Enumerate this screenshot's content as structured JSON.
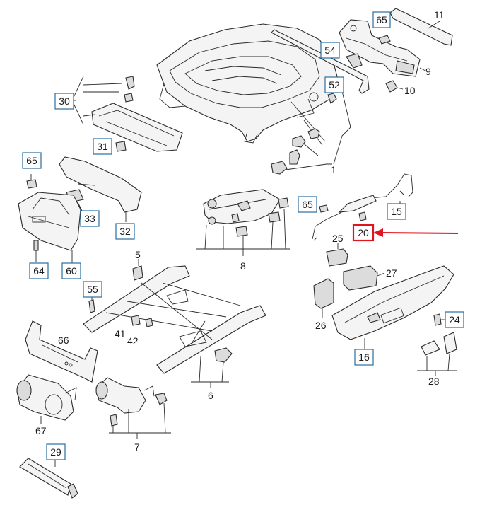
{
  "colors": {
    "box_border": "#2a6fa0",
    "highlight": "#e0141e",
    "line": "#2a2a2a"
  },
  "highlight_label": "20",
  "labels": {
    "l1": "1",
    "l5": "5",
    "l6": "6",
    "l7": "7",
    "l8": "8",
    "l9": "9",
    "l10": "10",
    "l11": "11",
    "l15": "15",
    "l16": "16",
    "l20": "20",
    "l24": "24",
    "l25": "25",
    "l26": "26",
    "l27": "27",
    "l28": "28",
    "l29": "29",
    "l30": "30",
    "l31": "31",
    "l32": "32",
    "l33": "33",
    "l41": "41",
    "l42": "42",
    "l52": "52",
    "l54": "54",
    "l55": "55",
    "l60": "60",
    "l64": "64",
    "l65a": "65",
    "l65b": "65",
    "l65c": "65",
    "l66": "66",
    "l67": "67"
  }
}
